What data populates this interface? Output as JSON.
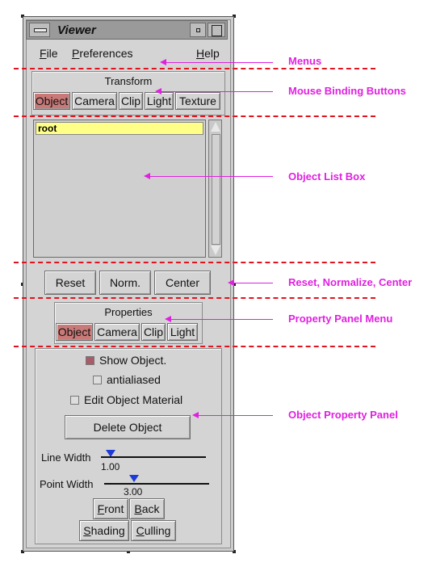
{
  "window": {
    "title": "Viewer"
  },
  "menus": [
    {
      "label": "File",
      "mnemonic": "F",
      "rest": "ile"
    },
    {
      "label": "Preferences",
      "mnemonic": "P",
      "rest": "references"
    },
    {
      "label": "Help",
      "mnemonic": "H",
      "rest": "elp"
    }
  ],
  "transform": {
    "title": "Transform",
    "buttons": [
      "Object",
      "Camera",
      "Clip",
      "Light",
      "Texture"
    ],
    "active": "Object"
  },
  "object_list": {
    "items": [
      "root"
    ]
  },
  "view_buttons": {
    "reset": "Reset",
    "norm": "Norm.",
    "center": "Center"
  },
  "properties": {
    "title": "Properties",
    "buttons": [
      "Object",
      "Camera",
      "Clip",
      "Light"
    ],
    "active": "Object"
  },
  "object_panel": {
    "show_object": {
      "label": "Show Object.",
      "checked": true
    },
    "antialiased": {
      "label": "antialiased",
      "checked": false
    },
    "edit_material": {
      "label": "Edit Object Material",
      "checked": false
    },
    "delete_button": "Delete Object",
    "line_width": {
      "label": "Line Width",
      "value": "1.00"
    },
    "point_width": {
      "label": "Point Width",
      "value": "3.00"
    },
    "front": {
      "mnemonic": "F",
      "rest": "ront"
    },
    "back": {
      "mnemonic": "B",
      "rest": "ack"
    },
    "shading": {
      "mnemonic": "S",
      "rest": "hading"
    },
    "culling": {
      "mnemonic": "C",
      "rest": "ulling"
    }
  },
  "annotations": {
    "menus": "Menus",
    "mouse_binding": "Mouse Binding Buttons",
    "object_list": "Object List Box",
    "reset_norm_center": "Reset, Normalize, Center",
    "property_menu": "Property Panel Menu",
    "object_property": "Object Property Panel"
  },
  "colors": {
    "active_button": "#c97a78",
    "annotation": "#e020e0",
    "separator": "#e0141e",
    "list_selection": "#ffff88"
  }
}
